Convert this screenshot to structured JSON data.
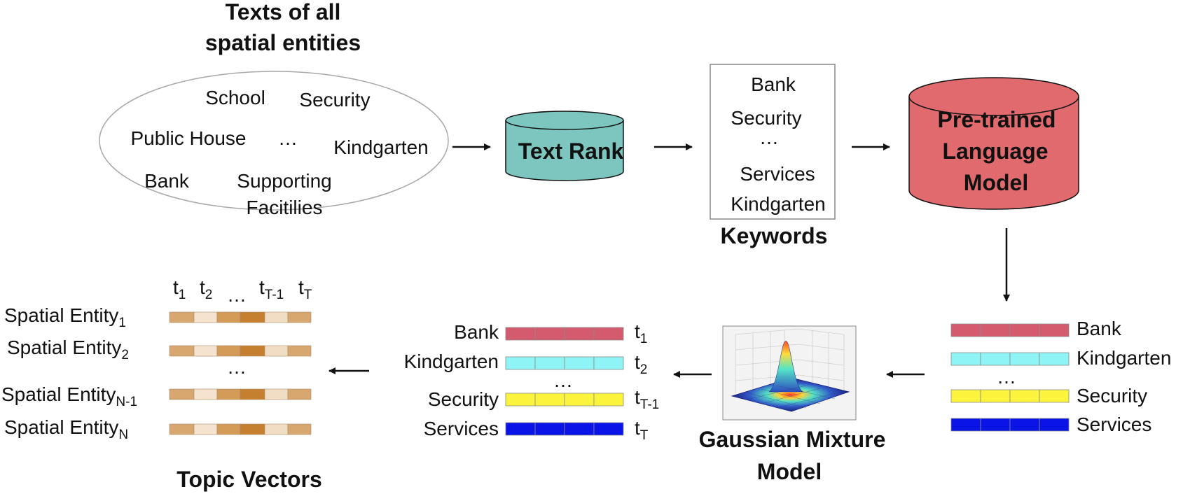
{
  "entities": {
    "title_line1": "Texts of all",
    "title_line2": "spatial entities",
    "items": [
      "School",
      "Security",
      "Public House",
      "…",
      "Kindgarten",
      "Bank",
      "Supporting",
      "Facitilies"
    ]
  },
  "textrank": {
    "label": "Text Rank"
  },
  "keywords": {
    "caption": "Keywords",
    "items": [
      "Bank",
      "Security",
      "…",
      "Services",
      "Kindgarten"
    ]
  },
  "plm": {
    "line1": "Pre-trained",
    "line2": "Language",
    "line3": "Model"
  },
  "embeddings": {
    "labels": [
      "Bank",
      "Kindgarten",
      "Security",
      "Services"
    ],
    "ellipsis": "…",
    "colors": [
      "#d45a6e",
      "#8ef4f6",
      "#fcf43c",
      "#0b14e6"
    ]
  },
  "gmm": {
    "line1": "Gaussian Mixture",
    "line2": "Model"
  },
  "topics": {
    "labels": [
      "Bank",
      "Kindgarten",
      "Security",
      "Services"
    ],
    "ellipsis": "…",
    "t_base": [
      "t",
      "t",
      "t",
      "t"
    ],
    "t_sub": [
      "1",
      "2",
      "T-1",
      "T"
    ]
  },
  "topic_vectors": {
    "caption": "Topic Vectors",
    "header_base": [
      "t",
      "t",
      "…",
      "t",
      "t"
    ],
    "header_sub": [
      "1",
      "2",
      "",
      "T-1",
      "T"
    ],
    "entity_base": [
      "Spatial Entity",
      "Spatial Entity",
      "Spatial Entity",
      "Spatial Entity"
    ],
    "entity_sub": [
      "1",
      "2",
      "N-1",
      "N"
    ],
    "ellipsis": "…",
    "cell_colors": [
      "#d7a76f",
      "#f5e3cd",
      "#d39a58",
      "#c47f2f",
      "#f1ddc4",
      "#d7a76f"
    ]
  },
  "colors": {
    "textrank": "#7dc6bf",
    "plm": "#e06a6d"
  }
}
